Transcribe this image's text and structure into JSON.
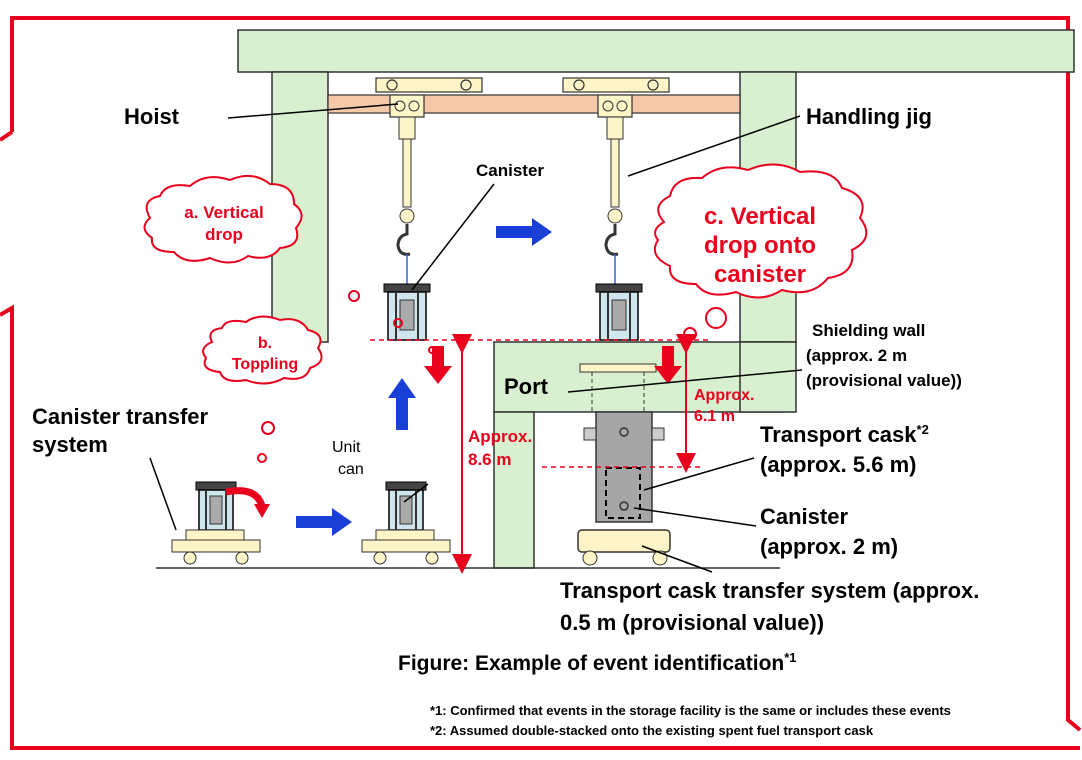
{
  "labels": {
    "hoist": "Hoist",
    "handling_jig": "Handling jig",
    "canister_top": "Canister",
    "cloud_a_line1": "a. Vertical",
    "cloud_a_line2": "drop",
    "cloud_b_line1": "b.",
    "cloud_b_line2": "Toppling",
    "cloud_c_line1": "c. Vertical",
    "cloud_c_line2": "drop onto",
    "cloud_c_line3": "canister",
    "shielding_line1": "Shielding wall",
    "shielding_line2": "(approx. 2 m",
    "shielding_line3": "(provisional value))",
    "port": "Port",
    "approx_61_line1": "Approx.",
    "approx_61_line2": "6.1 m",
    "approx_86_line1": "Approx.",
    "approx_86_line2": "8.6 m",
    "cts_line1": "Canister transfer",
    "cts_line2": "system",
    "unit_can_line1": "Unit",
    "unit_can_line2": "can",
    "transport_cask_line1": "Transport cask",
    "transport_cask_sup": "*2",
    "transport_cask_line2": "(approx. 5.6 m)",
    "canister_bottom_line1": "Canister",
    "canister_bottom_line2": "(approx. 2 m)",
    "tcts_line1": "Transport cask transfer system (approx.",
    "tcts_line2": "0.5 m (provisional value))",
    "figure_caption": "Figure: Example of event identification",
    "figure_caption_sup": "*1",
    "footnote1": "*1: Confirmed that events in the storage facility is the same or includes these events",
    "footnote2": "*2: Assumed double-stacked onto the existing spent fuel transport cask"
  },
  "colors": {
    "frame_border": "#e8001c",
    "structure_fill": "#d9f0d0",
    "structure_stroke": "#333333",
    "trolley_beam": "#f5c8a8",
    "accent_red": "#e8001c",
    "arrow_blue": "#1a3fd6",
    "cask_fill": "#a6a6a6",
    "transfer_base": "#fdf5c8"
  }
}
